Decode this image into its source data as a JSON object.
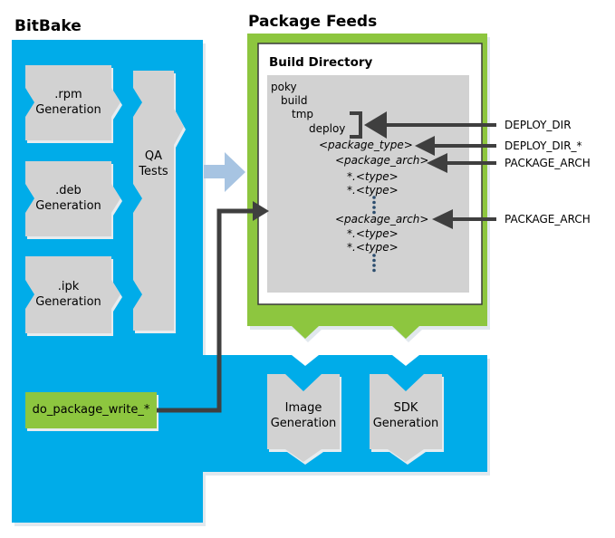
{
  "titles": {
    "bitbake": "BitBake",
    "package_feeds": "Package Feeds",
    "build_directory": "Build Directory"
  },
  "bitbake": {
    "rpm_generation": ".rpm\nGeneration",
    "deb_generation": ".deb\nGeneration",
    "ipk_generation": ".ipk\nGeneration",
    "qa_tests": "QA\nTests",
    "task": "do_package_write_*"
  },
  "tree": {
    "poky": "poky",
    "build": "build",
    "tmp": "tmp",
    "deploy": "deploy",
    "package_type": "<package_type>",
    "package_arch_1": "<package_arch>",
    "type_1": "*.<type>",
    "type_2": "*.<type>",
    "package_arch_2": "<package_arch>",
    "type_3": "*.<type>",
    "type_4": "*.<type>"
  },
  "annotations": {
    "deploy_dir": "DEPLOY_DIR",
    "deploy_dir_star": "DEPLOY_DIR_*",
    "package_arch_top": "PACKAGE_ARCH",
    "package_arch_bottom": "PACKAGE_ARCH"
  },
  "outputs": {
    "image_generation": "Image\nGeneration",
    "sdk_generation": "SDK\nGeneration"
  },
  "colors": {
    "blue": "#00ace9",
    "green": "#8dc63f",
    "box_gray": "#d2d2d2",
    "dark_line": "#3f3f3f",
    "light_blue_arrow": "#a7c4e2",
    "dots_navy": "#2c4d6e",
    "white_box_border": "#3a3a3a"
  }
}
